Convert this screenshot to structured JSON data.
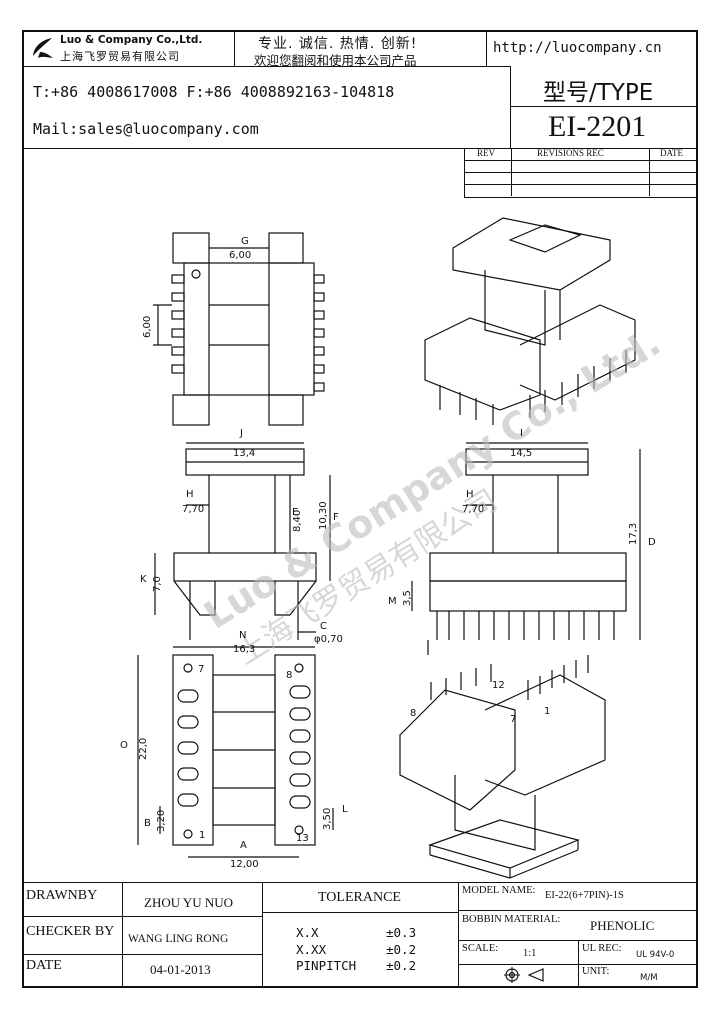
{
  "header": {
    "company_en": "Luo & Company Co.,Ltd.",
    "company_cn": "上海飞罗贸易有限公司",
    "slogan": "专业. 诚信.  热情.  创新!",
    "welcome": "欢迎您翻阅和使用本公司产品",
    "website": "http://luocompany.cn",
    "phone_fax": "T:+86 4008617008 F:+86 4008892163-104818",
    "mail": "Mail:sales@luocompany.com",
    "type_label": "型号/TYPE",
    "type_value": "EI-2201"
  },
  "revisions": {
    "col_rev": "REV",
    "col_rec": "REVISIONS REC",
    "col_date": "DATE"
  },
  "drawing": {
    "watermark_en": "Luo & Company Co., Ltd.",
    "watermark_cn": "上海飞罗贸易有限公司",
    "dims": {
      "G_label": "G",
      "G_top": "6,00",
      "G_side": "6,00",
      "J_label": "J",
      "J_val": "13,4",
      "I_label": "I",
      "I_val": "14,5",
      "H_label": "H",
      "H_left": "7,70",
      "H_right": "7,70",
      "E_label": "E",
      "E_val": "8,40",
      "F_label": "F",
      "F_val": "10,30",
      "D_label": "D",
      "D_val": "17,3",
      "K_label": "K",
      "K_val": "7,0",
      "M_label": "M",
      "M_val": "3,5",
      "C_label": "C",
      "C_val": "φ0,70",
      "N_label": "N",
      "N_val": "16,3",
      "O_label": "O",
      "O_val": "22,0",
      "B_label": "B",
      "B_val": "3,20",
      "L_label": "L",
      "L_val": "3,50",
      "A_label": "A",
      "A_val": "12,00",
      "pin7": "7",
      "pin8": "8",
      "pin1": "1",
      "pin13": "13",
      "iso_pin8": "8",
      "iso_pin12": "12",
      "iso_pin7": "7",
      "iso_pin1": "1"
    }
  },
  "footer": {
    "drawnby_label": "DRAWNBY",
    "drawnby_value": "ZHOU YU NUO",
    "checker_label": "CHECKER BY",
    "checker_value": "WANG LING RONG",
    "date_label": "DATE",
    "date_value": "04-01-2013",
    "tolerance_title": "TOLERANCE",
    "tol_xx_label": "X.X",
    "tol_xx_value": "±0.3",
    "tol_xxx_label": "X.XX",
    "tol_xxx_value": "±0.2",
    "tol_pin_label": "PINPITCH",
    "tol_pin_value": "±0.2",
    "model_label": "MODEL NAME:",
    "model_value": "EI-22(6+7PIN)-1S",
    "bobbin_label": "BOBBIN MATERIAL:",
    "bobbin_value": "PHENOLIC",
    "scale_label": "SCALE:",
    "scale_value": "1:1",
    "ulrec_label": "UL REC:",
    "ulrec_value": "UL 94V-0",
    "unit_label": "UNIT:",
    "unit_value": "M/M"
  }
}
